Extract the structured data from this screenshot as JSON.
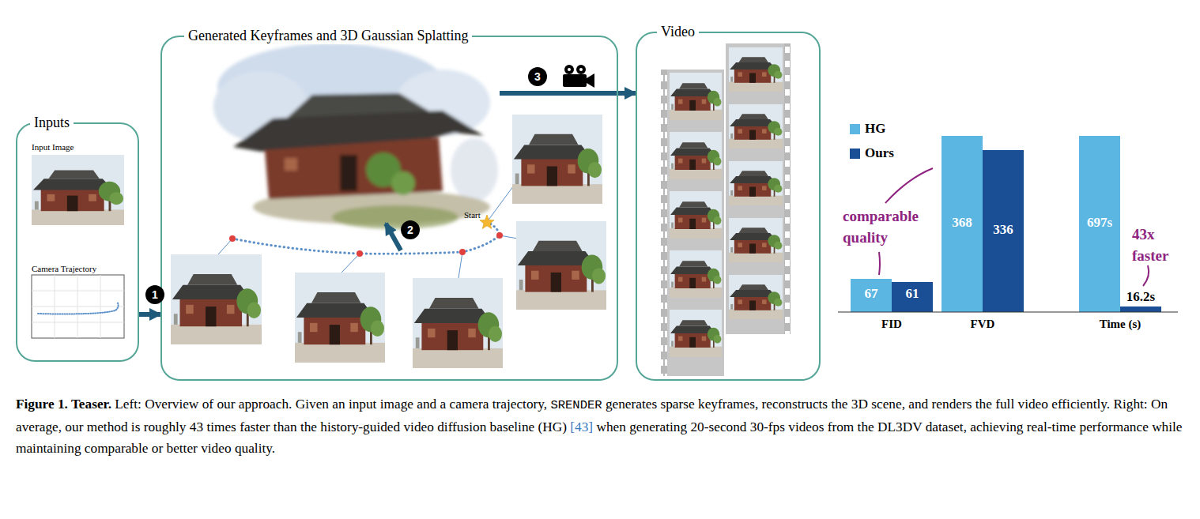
{
  "diagram": {
    "caption": "Figure 1. Teaser. Left: Overview of our approach. Given an input image and a camera trajectory, SRENDER generates sparse keyframes, reconstructs the 3D scene, and renders the full video efficiently. Right: On average, our method is roughly 43 times faster than the history-guided video diffusion baseline (HG) [43] when generating 20-second 30-fps videos from the DL3DV dataset, achieving real-time performance while maintaining comparable or better video quality.",
    "nodes": [
      {
        "text": [
          "Inputs"
        ]
      },
      {
        "text": [
          "Generated Keyframes and 3D Gaussian Splatting"
        ]
      },
      {
        "text": [
          "Video"
        ]
      }
    ],
    "edges": [
      {
        "from": 0,
        "to": 1,
        "arrow": "to",
        "label": "1"
      },
      {
        "from": 1,
        "to": 2,
        "arrow": "to",
        "label": "3"
      }
    ],
    "labels": [
      "Input Image",
      "Camera Trajectory",
      "Start",
      "2",
      "comparable quality",
      "43x faster",
      "67",
      "61",
      "368",
      "336",
      "697s",
      "16.2s",
      "FID",
      "FVD",
      "Time (s)"
    ],
    "legend": [
      {
        "text": "HG",
        "color": "#5bb6e1"
      },
      {
        "text": "Ours",
        "color": "#1a4e95"
      }
    ]
  }
}
